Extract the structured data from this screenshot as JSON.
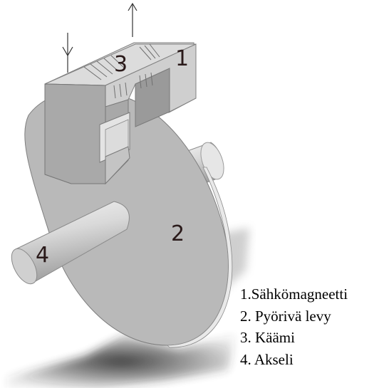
{
  "diagram": {
    "part_numbers": {
      "magnet": "1",
      "disc": "2",
      "coil": "3",
      "shaft": "4"
    },
    "legend": [
      "1.Sähkömagneetti",
      "2. Pyörivä levy",
      "3. Käämi",
      "4. Akseli"
    ]
  }
}
